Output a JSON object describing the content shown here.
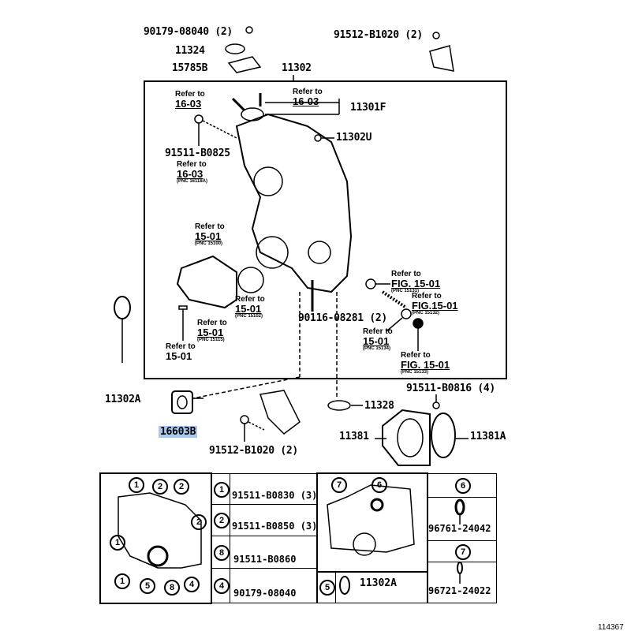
{
  "labels": [
    "90179-08040 (2)",
    "11324",
    "15785B",
    "11302",
    "91512-B1020 (2)",
    "11301F",
    "11302U",
    "91511-B0825",
    "90116-08281 (2)",
    "11302A",
    "16603B",
    "11328",
    "91511-B0816 (4)",
    "11381",
    "11381A",
    "91512-B1020 (2)"
  ],
  "refs": [
    {
      "a": "Refer to",
      "b": "16-03"
    },
    {
      "a": "Refer to",
      "b": "16-03"
    },
    {
      "a": "Refer to",
      "b": "16-03",
      "c": "(PNC 16118A)"
    },
    {
      "a": "Refer to",
      "b": "15-01",
      "c": "(PNC 15100)"
    },
    {
      "a": "Refer to",
      "b": "15-01",
      "c": "(PNC 15102)"
    },
    {
      "a": "Refer to",
      "b": "15-01",
      "c": "(PNC 15115)"
    },
    {
      "a": "Refer to",
      "b": "15-01"
    },
    {
      "a": "Refer to",
      "b": "FIG. 15-01",
      "c": "(PNC 15131)"
    },
    {
      "a": "Refer to",
      "b": "FIG.15-01",
      "c": "(PNC 15132)"
    },
    {
      "a": "Refer to",
      "b": "15-01",
      "c": "(PNC 15134)"
    },
    {
      "a": "Refer to",
      "b": "FIG. 15-01",
      "c": "(PNC 15133)"
    }
  ],
  "table": {
    "left_callouts": [
      "1",
      "2",
      "2",
      "2",
      "1",
      "1",
      "5",
      "8",
      "4"
    ],
    "rows": [
      {
        "num": "1",
        "part": "91511-B0830 (3)"
      },
      {
        "num": "2",
        "part": "91511-B0850 (3)"
      },
      {
        "num": "8",
        "part": "91511-B0860"
      },
      {
        "num": "4",
        "part": "90179-08040"
      }
    ],
    "right_callouts": [
      "7",
      "6"
    ],
    "row5": {
      "num": "5",
      "part": "11302A"
    },
    "col6": {
      "num": "6",
      "part": "96761-24042"
    },
    "col7": {
      "num": "7",
      "part": "96721-24022"
    }
  },
  "figure_number": "114367"
}
